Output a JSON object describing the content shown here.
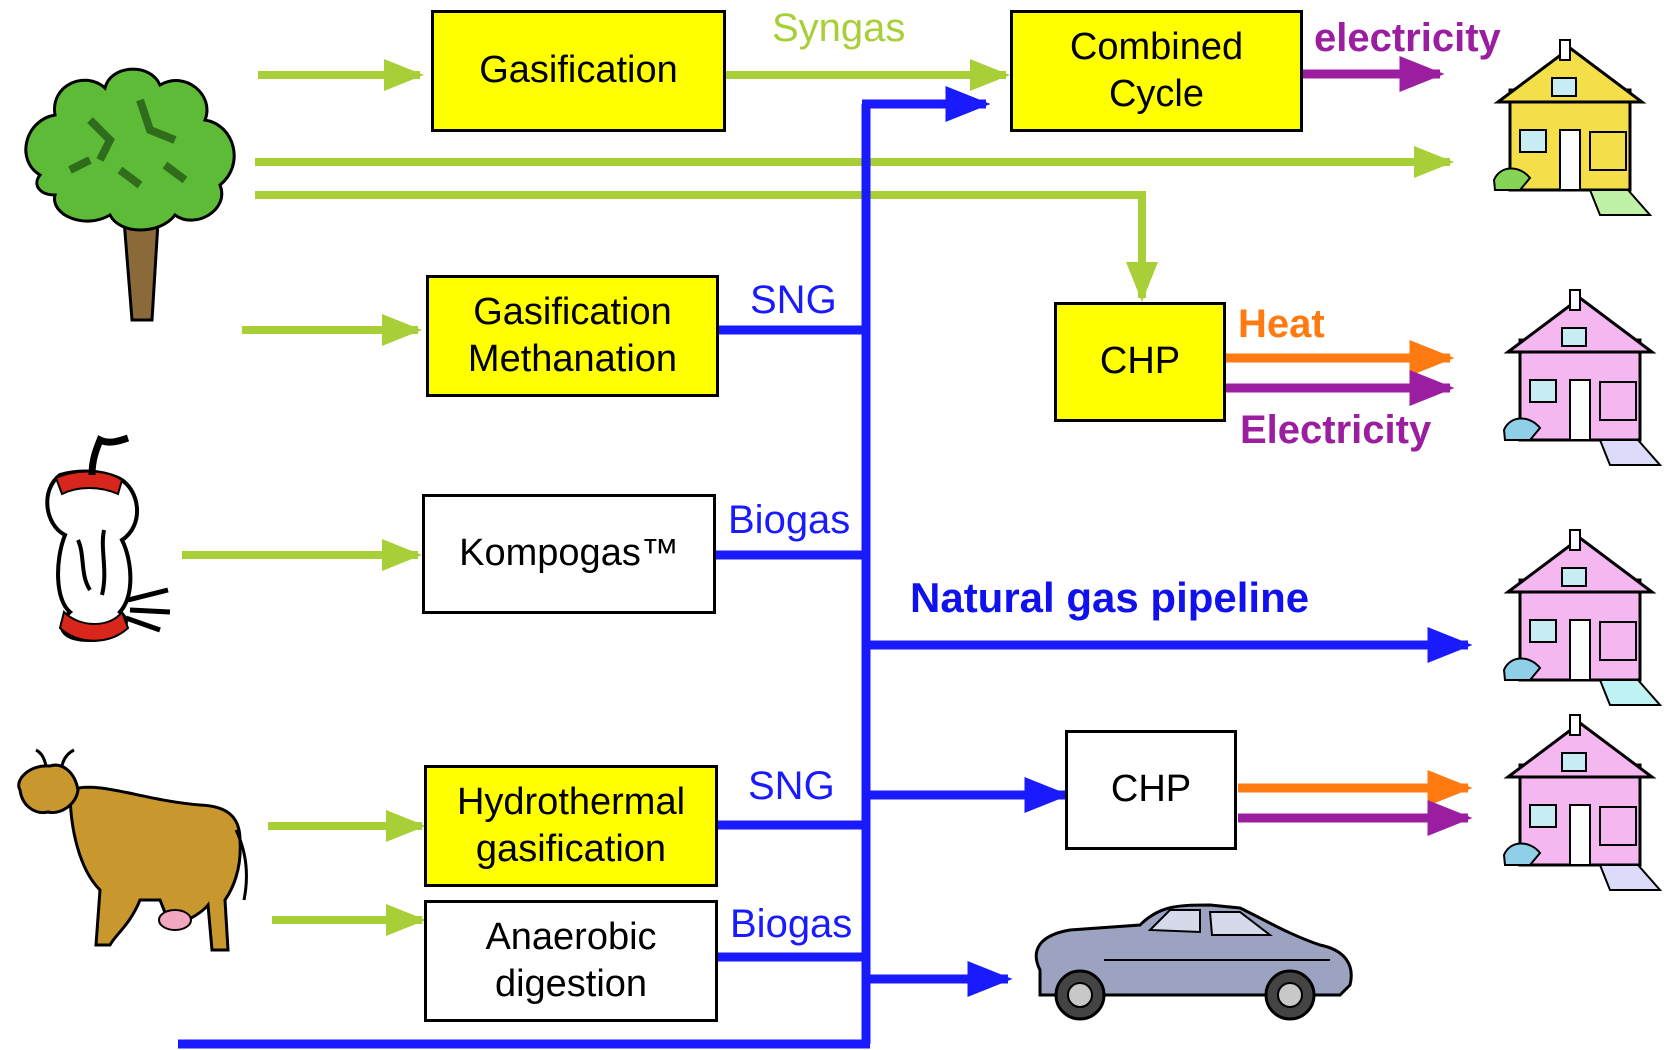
{
  "boxes": {
    "gasification": "Gasification",
    "combined_cycle": "Combined\nCycle",
    "gasification_methanation": "Gasification\nMethanation",
    "chp_top": "CHP",
    "kompogas": "Kompogas™",
    "chp_bottom": "CHP",
    "hydrothermal": "Hydrothermal\ngasification",
    "anaerobic": "Anaerobic\ndigestion"
  },
  "labels": {
    "syngas": "Syngas",
    "electricity_top": "electricity",
    "sng_1": "SNG",
    "heat": "Heat",
    "electricity_chp": "Electricity",
    "biogas_1": "Biogas",
    "pipeline": "Natural gas pipeline",
    "sng_2": "SNG",
    "biogas_2": "Biogas"
  },
  "colors": {
    "biomass_flow": "#a9cf38",
    "gas_flow": "#1a1aff",
    "electricity": "#9b1ea0",
    "heat": "#ff7a10",
    "process_box": "#ffff00"
  },
  "icons": {
    "sources": [
      "tree-icon",
      "apple-core-icon",
      "cow-icon"
    ],
    "consumers": [
      "house-icon",
      "car-icon"
    ]
  }
}
